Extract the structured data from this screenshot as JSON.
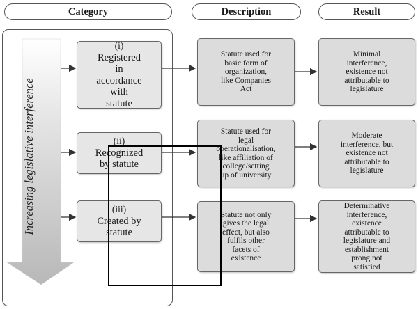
{
  "headers": {
    "category": "Category",
    "description": "Description",
    "result": "Result"
  },
  "axis_label": "Increasing legislative interference",
  "rows": [
    {
      "category_num": "(i)",
      "category_lines": [
        "Registered",
        "in",
        "accordance",
        "with",
        "statute"
      ],
      "description_lines": [
        "Statute used for",
        "basic form of",
        "organization,",
        "like Companies",
        "Act"
      ],
      "result_lines": [
        "Minimal",
        "interference,",
        "existence not",
        "attributable to",
        "legislature"
      ]
    },
    {
      "category_num": "(ii)",
      "category_lines": [
        "Recognized",
        "by statute"
      ],
      "description_lines": [
        "Statute used for",
        "legal",
        "operationalisation,",
        "like affiliation of",
        "college/setting",
        "up of university"
      ],
      "result_lines": [
        "Moderate",
        "interference, but",
        "existence not",
        "attributable to",
        "legislature"
      ]
    },
    {
      "category_num": "(iii)",
      "category_lines": [
        "Created by",
        "statute"
      ],
      "description_lines": [
        "Statute not only",
        "gives the legal",
        "effect, but also",
        "fulfils other",
        "facets of",
        "existence"
      ],
      "result_lines": [
        "Determinative",
        "interference,",
        "existence",
        "attributable to",
        "legislature and",
        "establishment",
        "prong not",
        "satisfied"
      ]
    }
  ],
  "colors": {
    "box_fill": "#dcdcdc",
    "category_fill": "#e6e6e6",
    "arrow_fill": "#cfcfcf",
    "overlay_stroke": "#000000"
  }
}
